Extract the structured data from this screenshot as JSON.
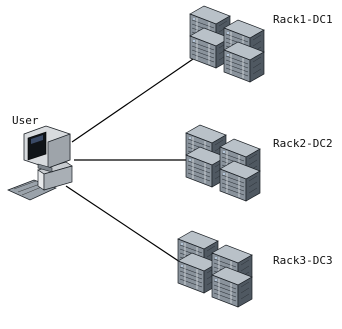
{
  "nodes": {
    "user": {
      "label": "User"
    },
    "racks": [
      {
        "label": "Rack1-DC1"
      },
      {
        "label": "Rack2-DC2"
      },
      {
        "label": "Rack3-DC3"
      }
    ]
  },
  "edges": [
    {
      "from": "User",
      "to": "Rack1-DC1"
    },
    {
      "from": "User",
      "to": "Rack2-DC2"
    },
    {
      "from": "User",
      "to": "Rack3-DC3"
    }
  ],
  "icons": {
    "user": "desktop-computer-icon",
    "rack": "server-rack-icon"
  },
  "colors": {
    "server_face": "#8a939c",
    "server_top": "#b9c1c8",
    "server_side": "#4f5861",
    "server_outline": "#1a1f24",
    "connector_line": "#000000"
  }
}
